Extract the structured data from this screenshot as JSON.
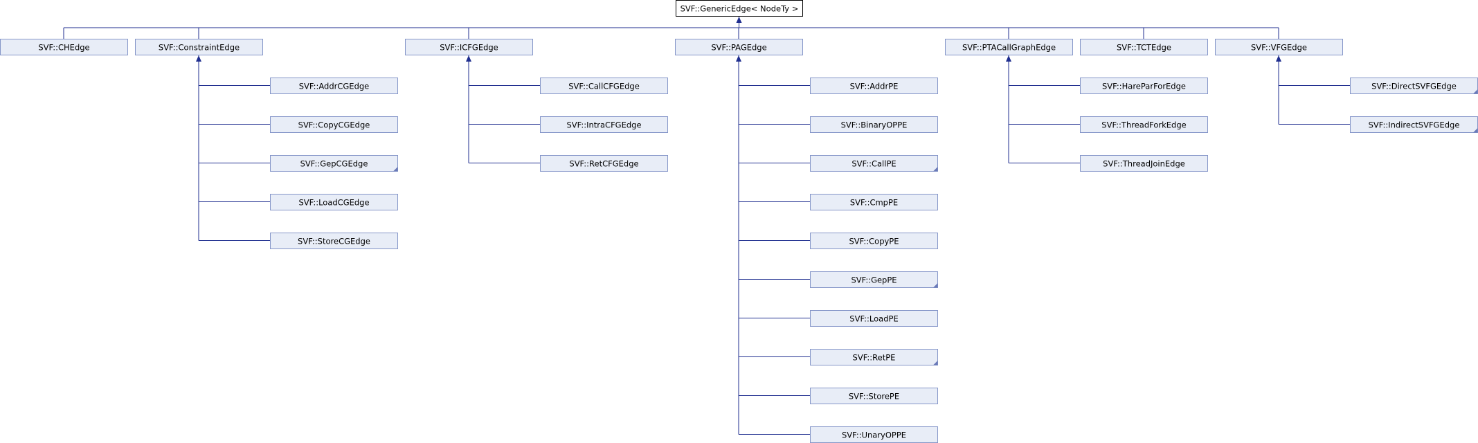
{
  "root": {
    "id": "root",
    "label": "SVF::GenericEdge< NodeTy >"
  },
  "level1": [
    {
      "id": "chedge",
      "label": "SVF::CHEdge"
    },
    {
      "id": "constraint",
      "label": "SVF::ConstraintEdge",
      "children": [
        {
          "id": "addrcg",
          "label": "SVF::AddrCGEdge"
        },
        {
          "id": "copycg",
          "label": "SVF::CopyCGEdge"
        },
        {
          "id": "gepcg",
          "label": "SVF::GepCGEdge",
          "has_subclasses": true
        },
        {
          "id": "loadcg",
          "label": "SVF::LoadCGEdge"
        },
        {
          "id": "storecg",
          "label": "SVF::StoreCGEdge"
        }
      ]
    },
    {
      "id": "icfg",
      "label": "SVF::ICFGEdge",
      "children": [
        {
          "id": "callcfg",
          "label": "SVF::CallCFGEdge"
        },
        {
          "id": "intracfg",
          "label": "SVF::IntraCFGEdge"
        },
        {
          "id": "retcfg",
          "label": "SVF::RetCFGEdge"
        }
      ]
    },
    {
      "id": "pag",
      "label": "SVF::PAGEdge",
      "children": [
        {
          "id": "addrpe",
          "label": "SVF::AddrPE"
        },
        {
          "id": "binaryoppe",
          "label": "SVF::BinaryOPPE"
        },
        {
          "id": "callpe",
          "label": "SVF::CallPE",
          "has_subclasses": true
        },
        {
          "id": "cmppe",
          "label": "SVF::CmpPE"
        },
        {
          "id": "copype",
          "label": "SVF::CopyPE"
        },
        {
          "id": "geppe",
          "label": "SVF::GepPE",
          "has_subclasses": true
        },
        {
          "id": "loadpe",
          "label": "SVF::LoadPE"
        },
        {
          "id": "retpe",
          "label": "SVF::RetPE",
          "has_subclasses": true
        },
        {
          "id": "storepe",
          "label": "SVF::StorePE"
        },
        {
          "id": "unaryoppe",
          "label": "SVF::UnaryOPPE"
        }
      ]
    },
    {
      "id": "ptacallgraph",
      "label": "SVF::PTACallGraphEdge",
      "children": [
        {
          "id": "hareparfor",
          "label": "SVF::HareParForEdge"
        },
        {
          "id": "threadfork",
          "label": "SVF::ThreadForkEdge"
        },
        {
          "id": "threadjoin",
          "label": "SVF::ThreadJoinEdge"
        }
      ]
    },
    {
      "id": "tct",
      "label": "SVF::TCTEdge"
    },
    {
      "id": "vfg",
      "label": "SVF::VFGEdge",
      "children": [
        {
          "id": "directsvfg",
          "label": "SVF::DirectSVFGEdge",
          "has_subclasses": true
        },
        {
          "id": "indirectsvfg",
          "label": "SVF::IndirectSVFGEdge",
          "has_subclasses": true
        }
      ]
    }
  ],
  "colors": {
    "node_fill": "#e8edf7",
    "node_border": "#8495c8",
    "edge": "#1f2e8f",
    "root_border": "#000000"
  }
}
